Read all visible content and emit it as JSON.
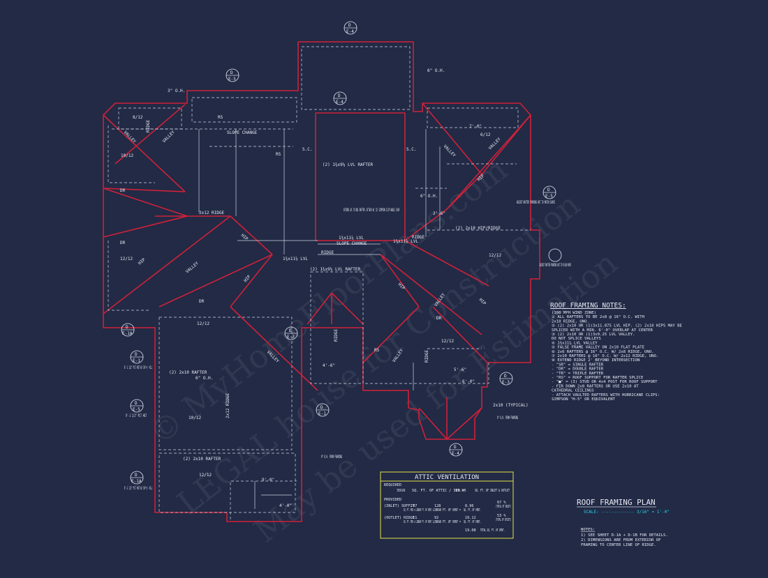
{
  "watermark": {
    "line1": "© MyHomeFloorPlans.com",
    "line2": "LEGAL house for Construction",
    "line3": "May be used for Estimation"
  },
  "plan_title": {
    "title": "ROOF FRAMING PLAN",
    "scale": "SCALE: ------------- 3/16\" = 1'-0\""
  },
  "framing_notes": {
    "title": "ROOF FRAMING NOTES:",
    "items": [
      "(100 MPH WIND ZONE)",
      "① ALL RAFTERS TO BE 2x8 @ 16\" O.C. WITH",
      "   2x10 RIDGE, UNO.",
      "② (2) 2x10 OR (1)3x11.875 LVL HIP. (2) 2x10 HIPS MAY BE",
      "   SPLICED WITH A MIN. 6'-0\" OVERLAP AT CENTER",
      "③ (2) 2x10 OR (1)3x9.25 LVL VALLEY.",
      "   DO NOT SPLICE VALLEYS",
      "④ 1¾x11⅞ LVL VALLEY",
      "⑤ FALSE FRAME VALLEY ON 2x10 FLAT PLATE",
      "⑥ 2x6 RAFTERS @ 16\" O.C. W/ 2x8 RIDGE, UNO.",
      "⑦ 2x10 RAFTERS @ 16\" O.C. W/ 2x12 RIDGE, UNO.",
      "⑧ EXTEND RIDGE 2' BEYOND INTERSECTION",
      "- \"SR\" = SINGLE RAFTER",
      "- \"DR\" = DOUBLE RAFTER",
      "- \"TR\" = TRIPLE RAFTER",
      "- \"RS\" = ROOF SUPPORT FOR RAFTER SPLICE",
      "- \"■\" = (3) STUD OR 4x4 POST FOR ROOF SUPPORT",
      "- FIR DOWN 2x8 RAFTERS OR USE 2x10 AT",
      "  CATHEDRAL CEILINGS",
      "- ATTACH VAULTED RAFTERS WITH HURRICANE CLIPS:",
      "  SIMPSON \"H-5\" OR EQUIVALENT"
    ]
  },
  "bottom_notes": {
    "title": "NOTES:",
    "items": [
      "1) SEE SHEET D-1A + D-1B FOR DETAILS.",
      "2) DIMENSIONS ARE FROM EXTERIOR OF",
      "   FRAMING TO CENTER LINE OF RIDGE."
    ]
  },
  "attic_ventilation": {
    "title": "ATTIC VENTILATION",
    "required_label": "REQUIRED",
    "required_sqft": "3916",
    "required_text": "SQ. FT. OF ATTIC / 300 =",
    "required_result": "13.05",
    "required_unit": "SQ. FT. OF INLET & OUTLET",
    "provided_label": "PROVIDED",
    "inlet_label": "(INLET) SOFFIT",
    "inlet_rate": ".07",
    "inlet_rate_text": "SQ. FT. PER x LINEAR FT. OF VENT",
    "inlet_len": "128",
    "inlet_len_text": "LINEAR FT. OF VENT =",
    "inlet_total": "8.96",
    "inlet_total_text": "SQ. FT. OF VENT.",
    "inlet_pct": "67 %",
    "inlet_pct_text": "(TOTAL OF INLET)",
    "outlet_label": "(OUTLET) RIDGE",
    "outlet_rate": ".11",
    "outlet_rate_text": "SQ. FT. PER x LINEAR FT. OF VENT",
    "outlet_len": "92",
    "outlet_len_text": "LINEAR FT. OF VENT =",
    "outlet_total": "10.12",
    "outlet_total_text": "SQ. FT. OF VENT.",
    "outlet_pct": "53 %",
    "outlet_pct_text": "(TOTAL OF OUTLET)",
    "grand_total": "19.08",
    "grand_total_text": "TOTAL SQ. FT. OF VENT."
  },
  "callouts": {
    "top_oh": "6\" O.H.",
    "left_oh": "3\" O.H.",
    "slope_change_top": "SLOPE CHANGE",
    "slope_change_mid": "SLOPE CHANGE",
    "sc1": "S.C.",
    "sc2": "S.C.",
    "lvl_rafter_top": "(2) 1¾x9¼ LVL RAFTER",
    "extend_lvl": "EXTEND LVL TO DBL RAFTER. ATTACH W/ (2) SIMPSON CLIP ANGLE L590",
    "lvl_ridge": "1¾x11⅞ LVL",
    "lvl_left": "1¾x11⅞ LVL",
    "lvl_right": "1¾x11⅞ LVL",
    "lvl_rafter_mid": "(2) 1¾x9¼ LVL RAFTER",
    "hip_ridge": "(2) 2x10 HIP/RIDGE",
    "oh_mid": "6\" O.H.",
    "ridge_2x12": "2x12 RIDGE",
    "ridge_label": "RIDGE",
    "ridge_small": "RIDGE",
    "adjust1": "ADJUST RAFTER FRAMING HGT TO MATCH EAVES",
    "adjust2": "ADJUST RAFTER FRAMING HGT TO FLUSH ROOF",
    "rafter_2x10_a": "(2) 2x10 RAFTER",
    "rafter_2x10_b": "(2) 2x10 RAFTER",
    "oh_left": "6\" O.H.",
    "dim_5_6": "5'-6\"",
    "dim_6_0": "6'-0\"",
    "dim_4_6": "4'-6\"",
    "dim_2_6": "2'-6\"",
    "dim_7_0": "7'-0\"",
    "dim_9_0": "9'-0\"",
    "dim_4_0": "4'-0\"",
    "two_x_typ": "2x10 (TYPICAL)",
    "oh_from_framing_r": "0\" O.H. FROM FRAMING",
    "oh_from_framing_l": "0\" O.H. FROM FRAMING",
    "hgt1": "8'-1 1/2\" PLT HGT W/ 36\"+/- KLL",
    "hgt2": "9'-1 1/2\" PLT HGT",
    "hgt3": "8'-1 1/2\" PLT HGT W/ 36\"+/- KLL",
    "ratio_12": "12/12",
    "ratio_10": "10/12",
    "ratio_8": "8/12",
    "ratio_6": "6/12",
    "ridge_2x12_v": "2x12 RIDGE",
    "valley": "VALLEY",
    "hip": "HIP",
    "rs": "RS",
    "dr": "DR",
    "ridge_v": "RIDGE"
  },
  "bubbles": [
    {
      "top": "D",
      "bottom": "E-4"
    },
    {
      "top": "D",
      "bottom": "E-5"
    },
    {
      "top": "D",
      "bottom": "E-1A"
    },
    {
      "top": "D",
      "bottom": "E-5"
    },
    {
      "top": "D",
      "bottom": "E-1A"
    },
    {
      "top": "D",
      "bottom": "E-1"
    },
    {
      "top": "D",
      "bottom": "E-4"
    },
    {
      "top": "D",
      "bottom": "E-3"
    },
    {
      "top": "D",
      "bottom": "E-1"
    },
    {
      "top": "D",
      "bottom": "E-3"
    },
    {
      "top": "D",
      "bottom": "E-4"
    },
    {
      "top": "D",
      "bottom": "E-5"
    }
  ]
}
